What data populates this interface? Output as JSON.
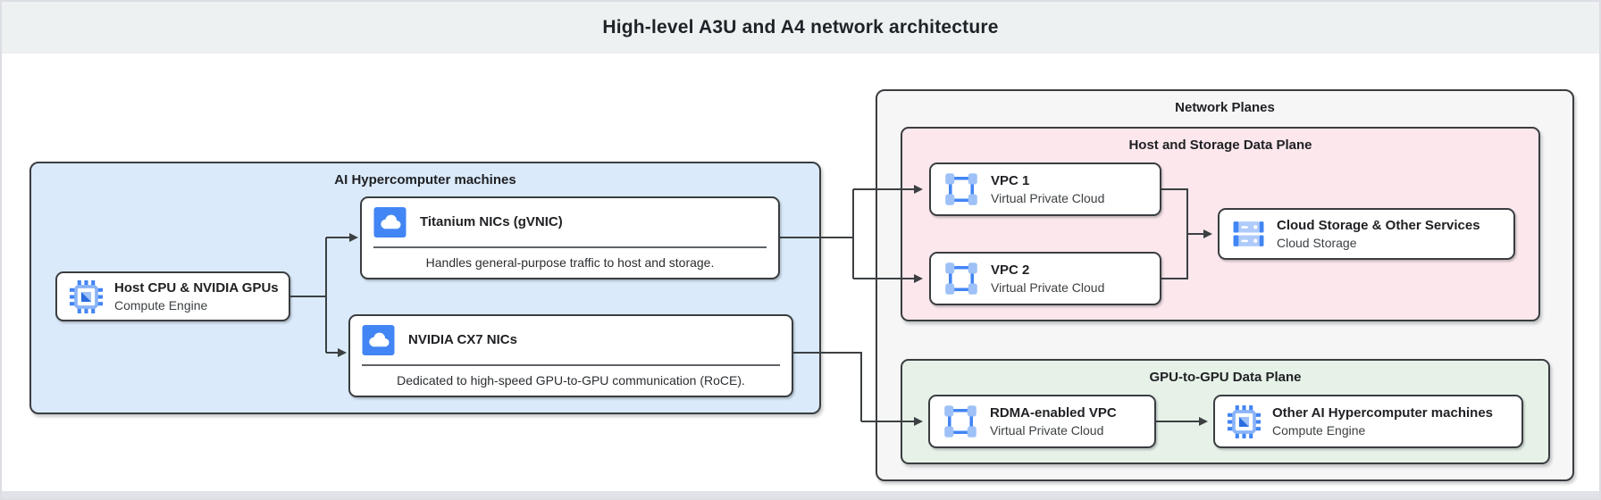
{
  "header": {
    "title": "High-level A3U and A4 network architecture"
  },
  "colors": {
    "header_bg": "#eef1f2",
    "machines_group_bg": "#daeafa",
    "network_planes_bg": "#f6f6f7",
    "host_storage_plane_bg": "#fbe7ec",
    "gpu_plane_bg": "#e6f2e8",
    "node_border": "#3a3d40",
    "icon_blue": "#4285f4",
    "icon_blue_light": "#9ec1f7"
  },
  "left_group": {
    "title": "AI Hypercomputer machines",
    "host_node": {
      "title": "Host CPU & NVIDIA GPUs",
      "subtitle": "Compute Engine",
      "icon": "compute-engine-icon"
    },
    "nic_nodes": [
      {
        "title": "Titanium NICs (gVNIC)",
        "description": "Handles general-purpose traffic to host and storage.",
        "icon": "cloud-icon"
      },
      {
        "title": "NVIDIA CX7 NICs",
        "description": "Dedicated to high-speed GPU-to-GPU communication (RoCE).",
        "icon": "cloud-icon"
      }
    ]
  },
  "network_planes": {
    "title": "Network Planes",
    "host_storage_plane": {
      "title": "Host and Storage Data Plane",
      "nodes": [
        {
          "title": "VPC 1",
          "subtitle": "Virtual Private Cloud",
          "icon": "vpc-icon"
        },
        {
          "title": "VPC 2",
          "subtitle": "Virtual Private Cloud",
          "icon": "vpc-icon"
        },
        {
          "title": "Cloud Storage & Other Services",
          "subtitle": "Cloud Storage",
          "icon": "cloud-storage-icon"
        }
      ]
    },
    "gpu_plane": {
      "title": "GPU-to-GPU Data Plane",
      "nodes": [
        {
          "title": "RDMA-enabled VPC",
          "subtitle": "Virtual Private Cloud",
          "icon": "vpc-icon"
        },
        {
          "title": "Other AI Hypercomputer machines",
          "subtitle": "Compute Engine",
          "icon": "compute-engine-icon"
        }
      ]
    }
  }
}
